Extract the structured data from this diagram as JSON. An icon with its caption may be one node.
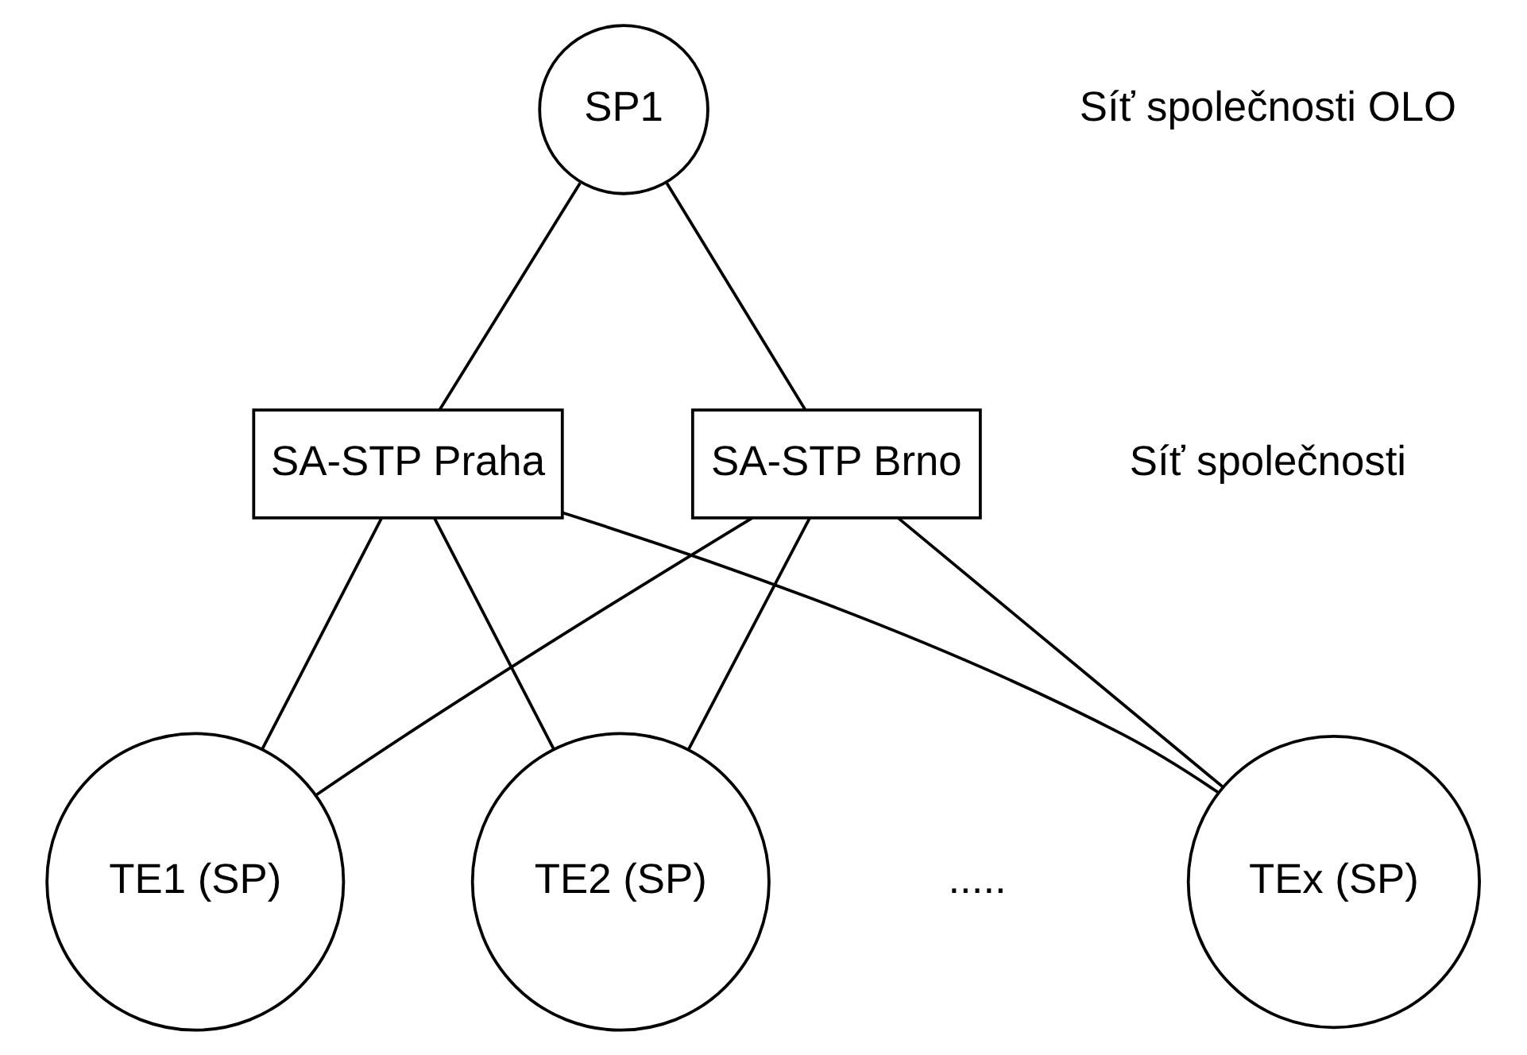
{
  "diagram": {
    "nodes": [
      {
        "text": [
          "SP1"
        ]
      },
      {
        "text": [
          "SA-STP Praha"
        ]
      },
      {
        "text": [
          "SA-STP Brno"
        ]
      },
      {
        "text": [
          "TE1 (SP)"
        ]
      },
      {
        "text": [
          "TE2 (SP)"
        ]
      },
      {
        "text": [
          "TEx (SP)"
        ]
      }
    ],
    "edges": [
      {
        "from": 0,
        "to": 1,
        "arrow": "none"
      },
      {
        "from": 0,
        "to": 2,
        "arrow": "none"
      },
      {
        "from": 1,
        "to": 3,
        "arrow": "none"
      },
      {
        "from": 1,
        "to": 4,
        "arrow": "none"
      },
      {
        "from": 1,
        "to": 5,
        "arrow": "none"
      },
      {
        "from": 2,
        "to": 3,
        "arrow": "none"
      },
      {
        "from": 2,
        "to": 4,
        "arrow": "none"
      },
      {
        "from": 2,
        "to": 5,
        "arrow": "none"
      }
    ],
    "labels": [
      "Síť společnosti OLO",
      "Síť společnosti",
      "....."
    ]
  }
}
